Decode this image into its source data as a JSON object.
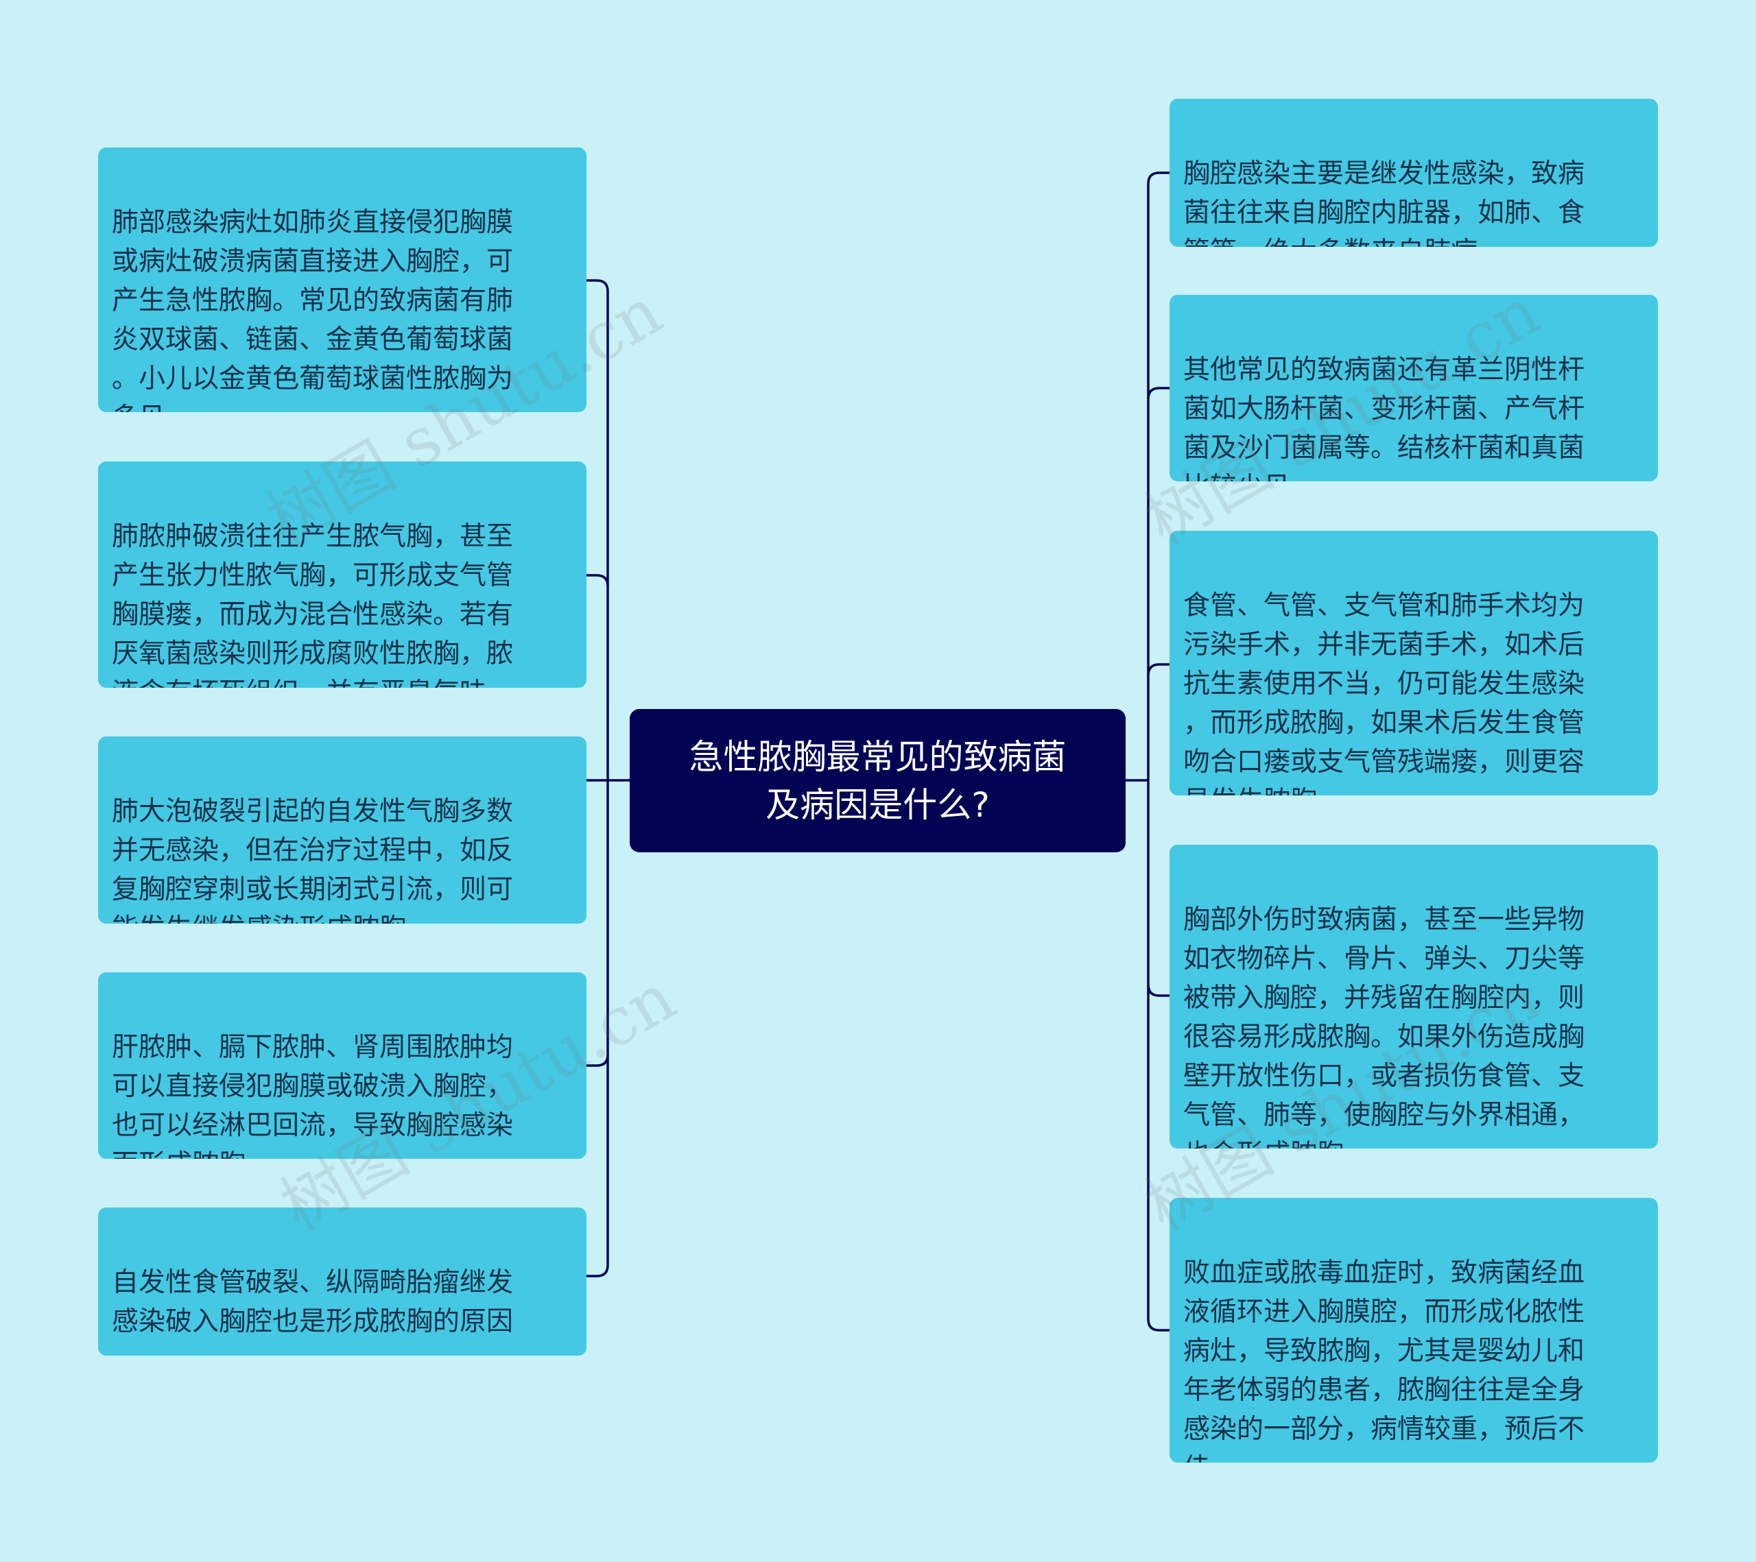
{
  "central": {
    "title": "急性脓胸最常见的致病菌\n及病因是什么?"
  },
  "left_nodes": [
    {
      "text": "肺部感染病灶如肺炎直接侵犯胸膜\n或病灶破溃病菌直接进入胸腔，可\n产生急性脓胸。常见的致病菌有肺\n炎双球菌、链菌、金黄色葡萄球菌\n。小儿以金黄色葡萄球菌性脓胸为\n多见。"
    },
    {
      "text": "肺脓肿破溃往往产生脓气胸，甚至\n产生张力性脓气胸，可形成支气管\n胸膜瘘，而成为混合性感染。若有\n厌氧菌感染则形成腐败性脓胸，脓\n液含有坏死组织，并有恶臭气味。"
    },
    {
      "text": "肺大泡破裂引起的自发性气胸多数\n并无感染，但在治疗过程中，如反\n复胸腔穿刺或长期闭式引流，则可\n能发生继发感染形成脓胸。"
    },
    {
      "text": "肝脓肿、膈下脓肿、肾周围脓肿均\n可以直接侵犯胸膜或破溃入胸腔，\n也可以经淋巴回流，导致胸腔感染\n而形成脓胸。"
    },
    {
      "text": "自发性食管破裂、纵隔畸胎瘤继发\n感染破入胸腔也是形成脓胸的原因\n。"
    }
  ],
  "right_nodes": [
    {
      "text": "胸腔感染主要是继发性感染，致病\n菌往往来自胸腔内脏器，如肺、食\n管等，绝大多数来自肺病。"
    },
    {
      "text": "其他常见的致病菌还有革兰阴性杆\n菌如大肠杆菌、变形杆菌、产气杆\n菌及沙门菌属等。结核杆菌和真菌\n比较少见。"
    },
    {
      "text": "食管、气管、支气管和肺手术均为\n污染手术，并非无菌手术，如术后\n抗生素使用不当，仍可能发生感染\n，而形成脓胸，如果术后发生食管\n吻合口瘘或支气管残端瘘，则更容\n易发生脓胸。"
    },
    {
      "text": "胸部外伤时致病菌，甚至一些异物\n如衣物碎片、骨片、弹头、刀尖等\n被带入胸腔，并残留在胸腔内，则\n很容易形成脓胸。如果外伤造成胸\n壁开放性伤口，或者损伤食管、支\n气管、肺等，使胸腔与外界相通，\n也会形成脓胸。"
    },
    {
      "text": "败血症或脓毒血症时，致病菌经血\n液循环进入胸膜腔，而形成化脓性\n病灶，导致脓胸，尤其是婴幼儿和\n年老体弱的患者，脓胸往往是全身\n感染的一部分，病情较重，预后不\n佳。"
    }
  ],
  "watermark": "树图 shutu.cn",
  "colors": {
    "background": "#c9f1f7",
    "node": "#45c8e3",
    "central": "#020353",
    "connector": "#020353"
  }
}
